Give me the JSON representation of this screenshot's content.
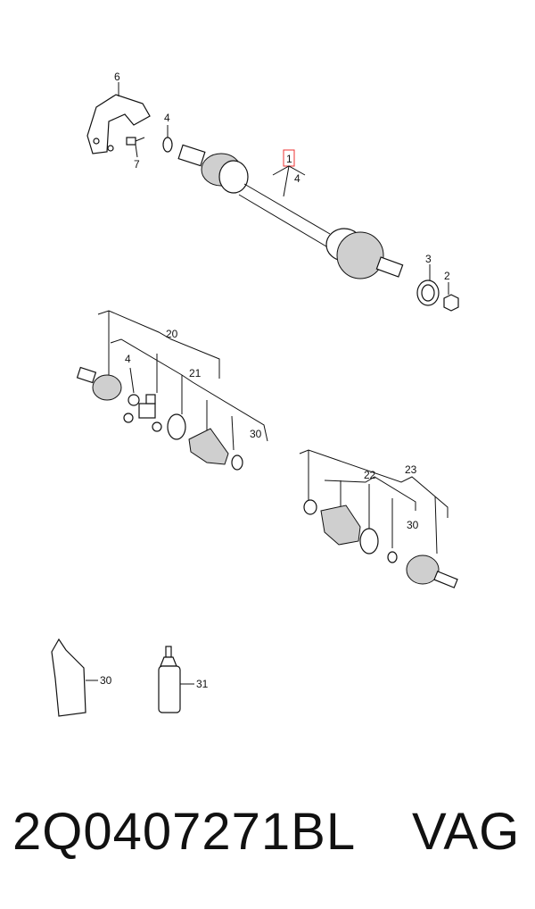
{
  "callouts": {
    "c1": "1",
    "c2": "2",
    "c3": "3",
    "c4a": "4",
    "c4b": "4",
    "c4c": "4",
    "c6": "6",
    "c7": "7",
    "c20": "20",
    "c21": "21",
    "c22": "22",
    "c23": "23",
    "c30a": "30",
    "c30b": "30",
    "c30c": "30",
    "c31": "31"
  },
  "footer": {
    "part_number": "2Q0407271BL",
    "brand": "VAG"
  },
  "colors": {
    "highlight": "#e33333",
    "line": "#111111"
  }
}
